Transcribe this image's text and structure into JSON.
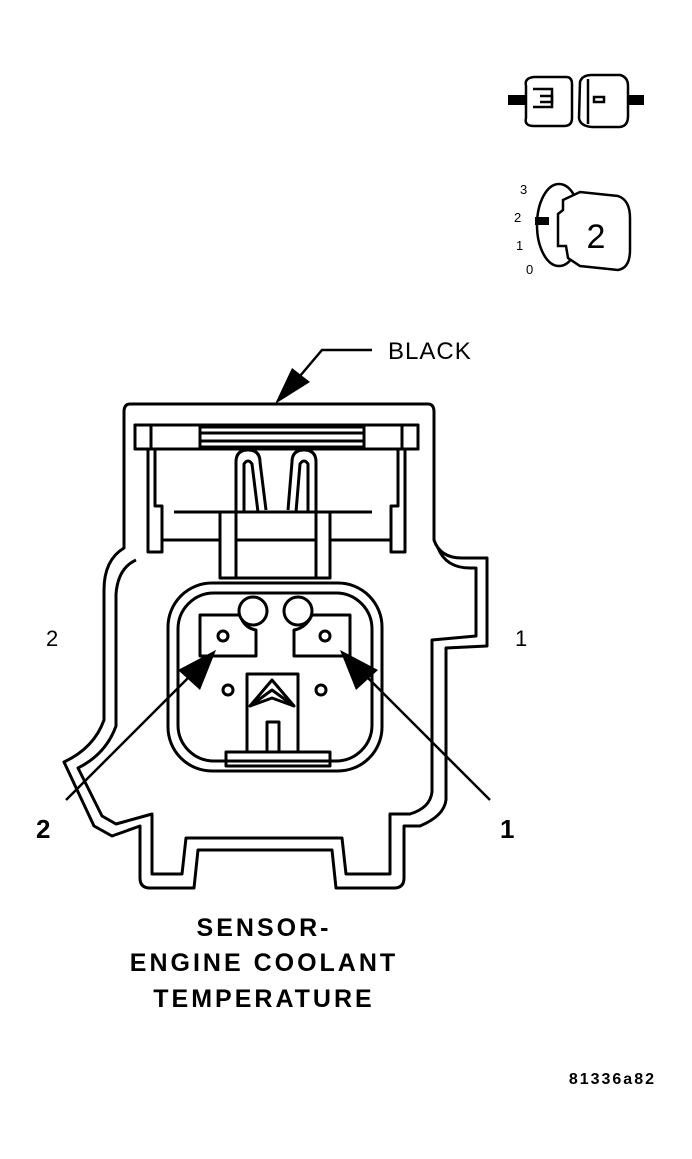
{
  "connector_color_label": "BLACK",
  "side_labels": {
    "left": "2",
    "right": "1"
  },
  "callouts": {
    "left": "2",
    "right": "1"
  },
  "title_lines": [
    "SENSOR-",
    "ENGINE COOLANT",
    "TEMPERATURE"
  ],
  "figure_id": "81336a82",
  "position_scale": [
    "3",
    "2",
    "1",
    "0"
  ],
  "position_key_value": "2"
}
